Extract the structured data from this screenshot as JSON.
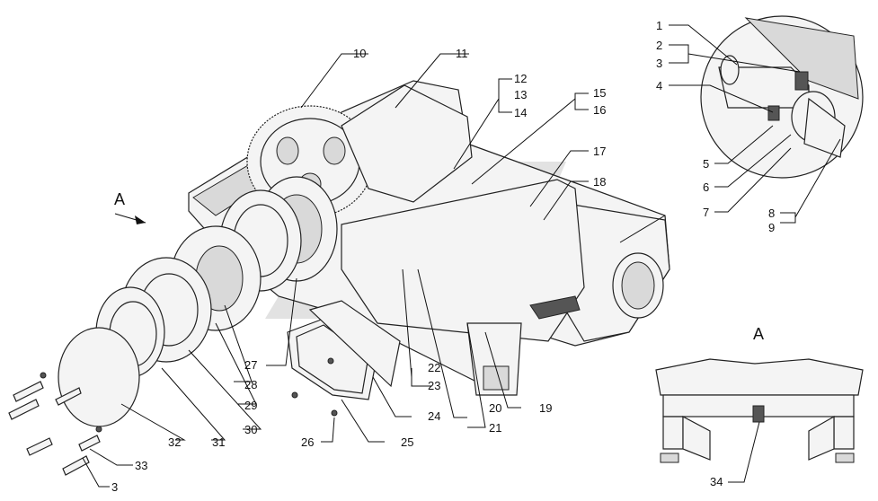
{
  "view_marker": "A",
  "detail_title": "A",
  "labels": {
    "l1": "1",
    "l2": "2",
    "l3": "3",
    "l4": "4",
    "l5": "5",
    "l6": "6",
    "l7": "7",
    "l8": "8",
    "l9": "9",
    "l10": "10",
    "l11": "11",
    "l12": "12",
    "l13": "13",
    "l14": "14",
    "l15": "15",
    "l16": "16",
    "l17": "17",
    "l18": "18",
    "l19": "19",
    "l20": "20",
    "l21": "21",
    "l22": "22",
    "l23": "23",
    "l24": "24",
    "l25": "25",
    "l26": "26",
    "l27": "27",
    "l28": "28",
    "l29": "29",
    "l30": "30",
    "l31": "31",
    "l32": "32",
    "l33": "33",
    "l3b": "3",
    "l34": "34"
  }
}
